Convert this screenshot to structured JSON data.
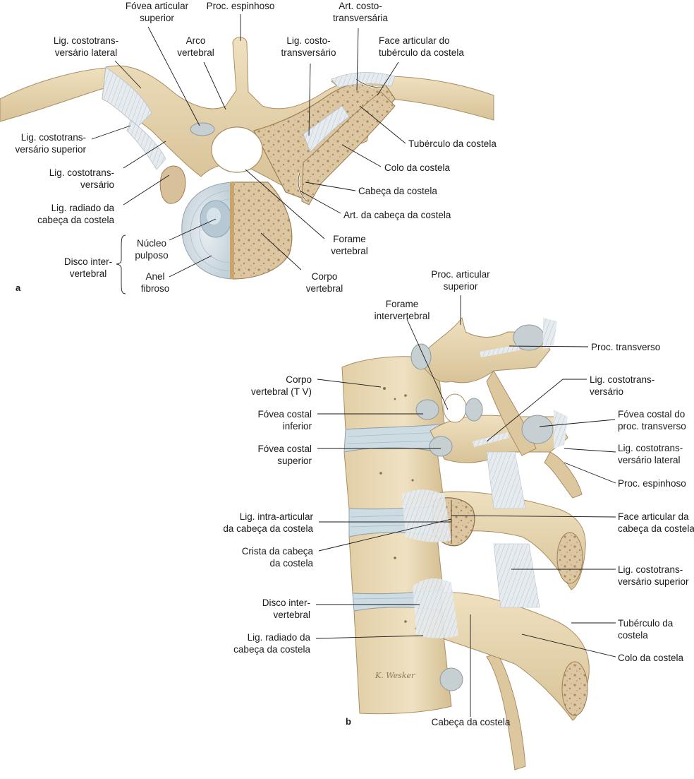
{
  "panels": {
    "a": "a",
    "b": "b"
  },
  "signature": "K. Wesker",
  "colors": {
    "bone": "#e6d4ae",
    "bone_dark": "#c9b287",
    "cancellous": "#d9c4a0",
    "cartilage": "#c7d0d2",
    "ligament": "#dfe5ea",
    "disc": "#cfdbe2",
    "nucleus": "#b7cbd6",
    "leader": "#1a1a1a"
  },
  "labels_a": {
    "fovea_articular_superior": [
      "Fóvea articular",
      "superior"
    ],
    "proc_espinhoso": [
      "Proc. espinhoso"
    ],
    "art_costo_transversaria": [
      "Art. costo-",
      "transversária"
    ],
    "lig_costotransversario_lateral": [
      "Lig. costotrans-",
      "versário lateral"
    ],
    "arco_vertebral": [
      "Arco",
      "vertebral"
    ],
    "lig_costo_transversario": [
      "Lig. costo-",
      "transversário"
    ],
    "face_articular_tuberculo": [
      "Face articular do",
      "tubérculo da costela"
    ],
    "lig_costotransversario_superior": [
      "Lig. costotrans-",
      "versário superior"
    ],
    "tuberculo_da_costela": [
      "Tubérculo da costela"
    ],
    "lig_costotransversario": [
      "Lig. costotrans-",
      "versário"
    ],
    "colo_da_costela": [
      "Colo da costela"
    ],
    "cabeca_da_costela": [
      "Cabeça da costela"
    ],
    "lig_radiado": [
      "Lig. radiado da",
      "cabeça da costela"
    ],
    "art_cabeca_costela": [
      "Art. da cabeça da costela"
    ],
    "nucleo_pulposo": [
      "Núcleo",
      "pulposo"
    ],
    "forame_vertebral": [
      "Forame",
      "vertebral"
    ],
    "disco_intervertebral": [
      "Disco inter-",
      "vertebral"
    ],
    "anel_fibroso": [
      "Anel",
      "fibroso"
    ],
    "corpo_vertebral": [
      "Corpo",
      "vertebral"
    ]
  },
  "labels_b": {
    "proc_articular_superior": [
      "Proc. articular",
      "superior"
    ],
    "forame_intervertebral": [
      "Forame",
      "intervertebral"
    ],
    "proc_transverso": [
      "Proc. transverso"
    ],
    "corpo_vertebral_tv": [
      "Corpo",
      "vertebral (T V)"
    ],
    "lig_costotransversario": [
      "Lig. costotrans-",
      "versário"
    ],
    "fovea_costal_inferior": [
      "Fóvea costal",
      "inferior"
    ],
    "fovea_costal_proc_transverso": [
      "Fóvea costal do",
      "proc. transverso"
    ],
    "fovea_costal_superior": [
      "Fóvea costal",
      "superior"
    ],
    "lig_costotransversario_lateral": [
      "Lig. costotrans-",
      "versário lateral"
    ],
    "proc_espinhoso": [
      "Proc. espinhoso"
    ],
    "lig_intra_articular": [
      "Lig. intra-articular",
      "da cabeça da costela"
    ],
    "face_articular_cabeca": [
      "Face articular da",
      "cabeça da costela"
    ],
    "crista_cabeca": [
      "Crista da cabeça",
      "da costela"
    ],
    "lig_costotransversario_superior": [
      "Lig. costotrans-",
      "versário superior"
    ],
    "disco_intervertebral": [
      "Disco inter-",
      "vertebral"
    ],
    "tuberculo_da_costela": [
      "Tubérculo da",
      "costela"
    ],
    "lig_radiado": [
      "Lig. radiado da",
      "cabeça da costela"
    ],
    "colo_da_costela": [
      "Colo da costela"
    ],
    "cabeca_da_costela": [
      "Cabeça da costela"
    ]
  }
}
